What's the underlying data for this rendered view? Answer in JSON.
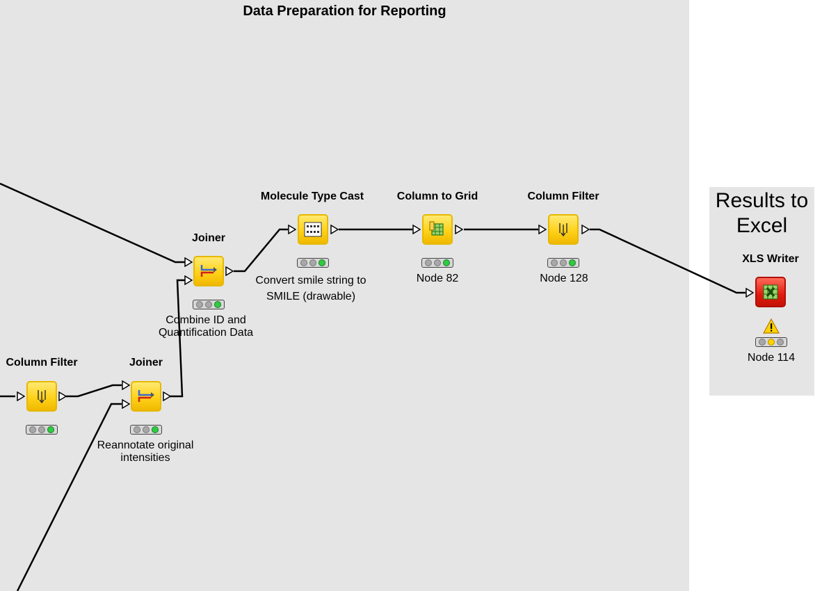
{
  "workflow": {
    "annotations": [
      {
        "id": "ann-main",
        "title": "Data Preparation for Reporting"
      },
      {
        "id": "ann-excel",
        "title": "Results to\nExcel"
      }
    ],
    "nodes": [
      {
        "id": "column-filter-1",
        "name": "Column Filter",
        "label": "",
        "status": "executed",
        "icon": "column-filter-icon"
      },
      {
        "id": "joiner-2",
        "name": "Joiner",
        "label": "Reannotate original intensities",
        "status": "executed",
        "icon": "joiner-icon"
      },
      {
        "id": "joiner-1",
        "name": "Joiner",
        "label": "Combine ID and Quantification Data",
        "status": "executed",
        "icon": "joiner-icon"
      },
      {
        "id": "molecule-type-cast",
        "name": "Molecule Type Cast",
        "label": "Convert smile string to SMILE (drawable)",
        "status": "executed",
        "icon": "molecule-type-cast-icon"
      },
      {
        "id": "column-to-grid",
        "name": "Column to Grid",
        "label": "Node 82",
        "status": "executed",
        "icon": "column-to-grid-icon"
      },
      {
        "id": "column-filter-2",
        "name": "Column Filter",
        "label": "Node 128",
        "status": "executed",
        "icon": "column-filter-icon"
      },
      {
        "id": "xls-writer",
        "name": "XLS Writer",
        "label": "Node 114",
        "status": "configured-warning",
        "icon": "xls-writer-icon"
      }
    ]
  },
  "colors": {
    "annotation_bg": "#e5e5e5",
    "node_yellow": "#ffd21a",
    "node_red": "#e01a10",
    "status_green": "#2ecc40",
    "status_amber": "#ffd200",
    "connection": "#000000"
  }
}
